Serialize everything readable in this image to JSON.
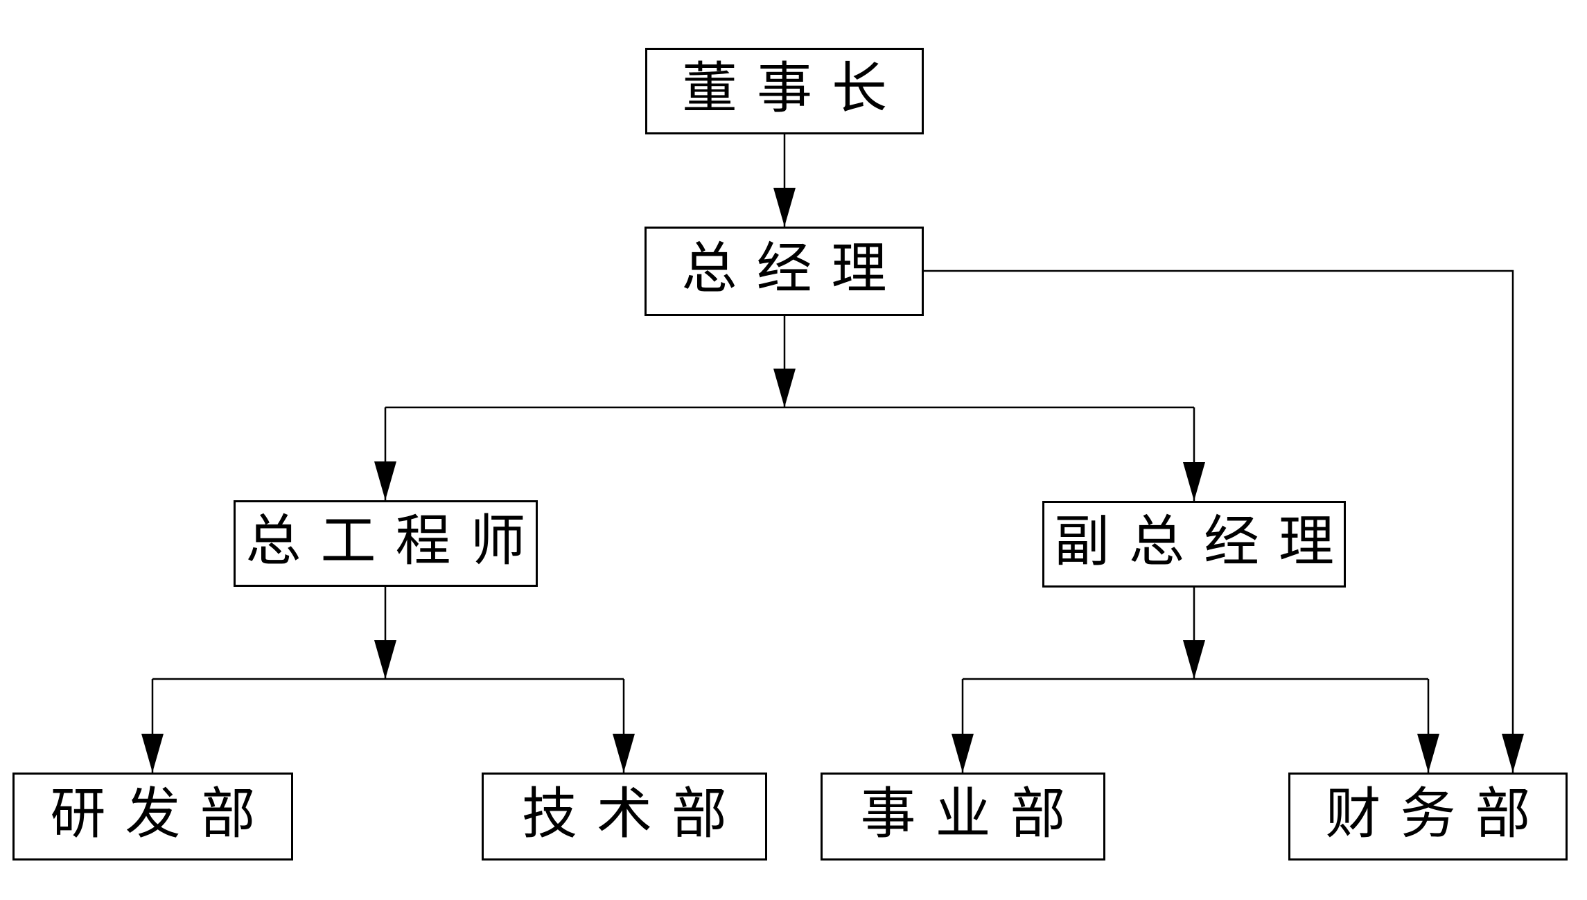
{
  "diagram": {
    "type": "org-chart",
    "background_color": "#ffffff",
    "line_color": "#000000",
    "box_border_color": "#000000",
    "text_color": "#000000",
    "nodes": {
      "chairman": {
        "label": "董事长"
      },
      "general_manager": {
        "label": "总经理"
      },
      "chief_engineer": {
        "label": "总工程师"
      },
      "deputy_general_manager": {
        "label": "副总经理"
      },
      "rd_department": {
        "label": "研发部"
      },
      "technical_department": {
        "label": "技术部"
      },
      "business_department": {
        "label": "事业部"
      },
      "finance_department": {
        "label": "财务部"
      }
    },
    "edges": [
      {
        "from": "chairman",
        "to": "general_manager"
      },
      {
        "from": "general_manager",
        "to": "chief_engineer"
      },
      {
        "from": "general_manager",
        "to": "deputy_general_manager"
      },
      {
        "from": "general_manager",
        "to": "finance_department"
      },
      {
        "from": "chief_engineer",
        "to": "rd_department"
      },
      {
        "from": "chief_engineer",
        "to": "technical_department"
      },
      {
        "from": "deputy_general_manager",
        "to": "business_department"
      },
      {
        "from": "deputy_general_manager",
        "to": "finance_department"
      }
    ]
  }
}
